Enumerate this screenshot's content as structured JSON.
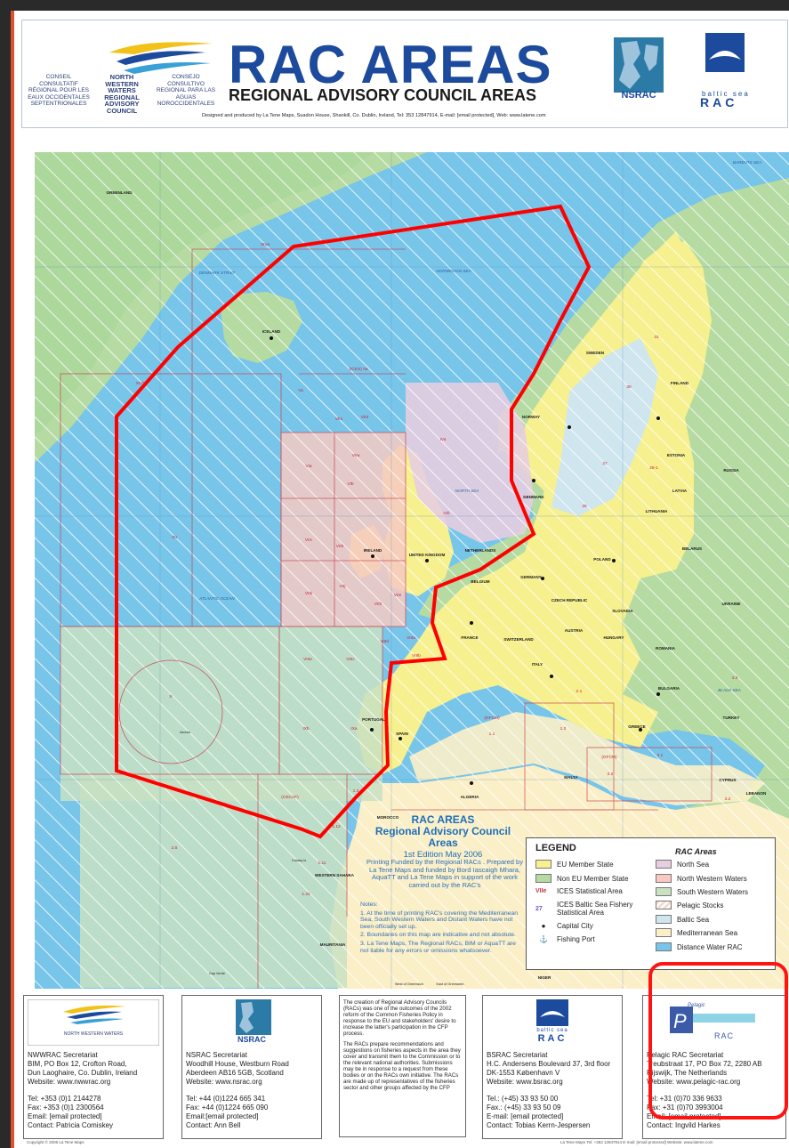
{
  "header": {
    "title": "RAC AREAS",
    "subtitle": "REGIONAL ADVISORY COUNCIL AREAS",
    "credit": "Designed and produced by La Tene Maps, Suadon House, Shankill, Co. Dublin, Ireland, Tel: 353 12847914, E-mail: [email protected], Web: www.latene.com",
    "nwwrac_logo": {
      "left": "Conseil Consultatif Régional pour Les Eaux Occidentales Septentrionales",
      "center": "North Western Waters Regional Advisory Council",
      "right": "Consejo Consultivo Regional para Las Aguas Noroccidentales"
    },
    "nsrac_label": "NSRAC",
    "bsrac_top": "baltic sea",
    "bsrac_rac": "RAC"
  },
  "map": {
    "countries": [
      {
        "name": "GREENLAND",
        "x": "134",
        "y": "218"
      },
      {
        "name": "ICELAND",
        "x": "305",
        "y": "374"
      },
      {
        "name": "SWEDEN",
        "x": "669",
        "y": "398"
      },
      {
        "name": "FINLAND",
        "x": "764",
        "y": "432"
      },
      {
        "name": "NORWAY",
        "x": "597",
        "y": "470"
      },
      {
        "name": "ESTONIA",
        "x": "760",
        "y": "513"
      },
      {
        "name": "RUSSIA",
        "x": "822",
        "y": "530"
      },
      {
        "name": "LATVIA",
        "x": "764",
        "y": "553"
      },
      {
        "name": "DENMARK",
        "x": "600",
        "y": "560"
      },
      {
        "name": "LITHUANIA",
        "x": "738",
        "y": "576"
      },
      {
        "name": "BELARUS",
        "x": "778",
        "y": "618"
      },
      {
        "name": "IRELAND",
        "x": "419",
        "y": "620"
      },
      {
        "name": "UNITED KINGDOM",
        "x": "480",
        "y": "625"
      },
      {
        "name": "POLAND",
        "x": "677",
        "y": "630"
      },
      {
        "name": "NETHERLANDS",
        "x": "540",
        "y": "620"
      },
      {
        "name": "BELGIUM",
        "x": "540",
        "y": "655"
      },
      {
        "name": "GERMANY",
        "x": "597",
        "y": "650"
      },
      {
        "name": "UKRAINE",
        "x": "822",
        "y": "680"
      },
      {
        "name": "CZECH REPUBLIC",
        "x": "640",
        "y": "676"
      },
      {
        "name": "SLOVAKIA",
        "x": "700",
        "y": "688"
      },
      {
        "name": "FRANCE",
        "x": "528",
        "y": "718"
      },
      {
        "name": "AUSTRIA",
        "x": "645",
        "y": "710"
      },
      {
        "name": "HUNGARY",
        "x": "690",
        "y": "718"
      },
      {
        "name": "SWITZERLAND",
        "x": "583",
        "y": "720"
      },
      {
        "name": "ROMANIA",
        "x": "748",
        "y": "730"
      },
      {
        "name": "ITALY",
        "x": "604",
        "y": "748"
      },
      {
        "name": "BULGARIA",
        "x": "752",
        "y": "775"
      },
      {
        "name": "PORTUGAL",
        "x": "420",
        "y": "810"
      },
      {
        "name": "SPAIN",
        "x": "452",
        "y": "826"
      },
      {
        "name": "GREECE",
        "x": "716",
        "y": "818"
      },
      {
        "name": "TURKEY",
        "x": "822",
        "y": "808"
      },
      {
        "name": "MALTA",
        "x": "642",
        "y": "875"
      },
      {
        "name": "ALGERIA",
        "x": "528",
        "y": "897"
      },
      {
        "name": "MOROCCO",
        "x": "436",
        "y": "920"
      },
      {
        "name": "WESTERN SAHARA",
        "x": "376",
        "y": "985"
      },
      {
        "name": "MAURITANIA",
        "x": "374",
        "y": "1063"
      },
      {
        "name": "NIGER",
        "x": "612",
        "y": "1100"
      },
      {
        "name": "CYPRUS",
        "x": "818",
        "y": "878"
      },
      {
        "name": "LEBANON",
        "x": "850",
        "y": "893"
      }
    ],
    "seas": [
      {
        "name": "NORWEGIAN SEA",
        "x": "510",
        "y": "306"
      },
      {
        "name": "NORTH SEA",
        "x": "525",
        "y": "553"
      },
      {
        "name": "ATLANTIC OCEAN",
        "x": "244",
        "y": "674"
      },
      {
        "name": "BLACK SEA",
        "x": "820",
        "y": "777"
      },
      {
        "name": "BARENTS SEA",
        "x": "840",
        "y": "184"
      },
      {
        "name": "DENMARK STRAIT",
        "x": "244",
        "y": "308"
      }
    ],
    "ices_labels": [
      {
        "name": "XIVa",
        "x": "298",
        "y": "276"
      },
      {
        "name": "XIVb",
        "x": "158",
        "y": "432"
      },
      {
        "name": "Va",
        "x": "338",
        "y": "440"
      },
      {
        "name": "(ICES) IIa",
        "x": "403",
        "y": "416"
      },
      {
        "name": "Vb1",
        "x": "381",
        "y": "472"
      },
      {
        "name": "Vb2",
        "x": "410",
        "y": "470"
      },
      {
        "name": "IVa",
        "x": "498",
        "y": "495"
      },
      {
        "name": "VIIa",
        "x": "400",
        "y": "513"
      },
      {
        "name": "VIa",
        "x": "347",
        "y": "525"
      },
      {
        "name": "VIb",
        "x": "394",
        "y": "545"
      },
      {
        "name": "IVb",
        "x": "502",
        "y": "578"
      },
      {
        "name": "XII",
        "x": "196",
        "y": "605"
      },
      {
        "name": "VIIc",
        "x": "347",
        "y": "608"
      },
      {
        "name": "VIIb",
        "x": "382",
        "y": "615"
      },
      {
        "name": "VIIk",
        "x": "347",
        "y": "668"
      },
      {
        "name": "VIIj",
        "x": "385",
        "y": "660"
      },
      {
        "name": "VIIe",
        "x": "447",
        "y": "670"
      },
      {
        "name": "VIIh",
        "x": "425",
        "y": "680"
      },
      {
        "name": "VIIIa",
        "x": "462",
        "y": "718"
      },
      {
        "name": "VIIIb",
        "x": "468",
        "y": "738"
      },
      {
        "name": "VIIIc",
        "x": "394",
        "y": "742"
      },
      {
        "name": "VIIId",
        "x": "432",
        "y": "722"
      },
      {
        "name": "VIIIe",
        "x": "346",
        "y": "742"
      },
      {
        "name": "X",
        "x": "192",
        "y": "784"
      },
      {
        "name": "IXb",
        "x": "344",
        "y": "820"
      },
      {
        "name": "IXa",
        "x": "398",
        "y": "820"
      },
      {
        "name": "(GFCM)",
        "x": "553",
        "y": "808"
      },
      {
        "name": "(GFCM)",
        "x": "685",
        "y": "852"
      },
      {
        "name": "(CECAF)",
        "x": "326",
        "y": "897"
      },
      {
        "name": "1.1",
        "x": "553",
        "y": "826"
      },
      {
        "name": "1.2",
        "x": "633",
        "y": "820"
      },
      {
        "name": "1.3",
        "x": "400",
        "y": "890"
      },
      {
        "name": "1.11",
        "x": "362",
        "y": "971"
      },
      {
        "name": "1.12",
        "x": "378",
        "y": "930"
      },
      {
        "name": "1.31",
        "x": "344",
        "y": "1006"
      },
      {
        "name": "2.6",
        "x": "196",
        "y": "954"
      },
      {
        "name": "2.1",
        "x": "651",
        "y": "778"
      },
      {
        "name": "2.2",
        "x": "686",
        "y": "871"
      },
      {
        "name": "3.1",
        "x": "742",
        "y": "850"
      },
      {
        "name": "3.2",
        "x": "818",
        "y": "899"
      },
      {
        "name": "4.2",
        "x": "826",
        "y": "763"
      },
      {
        "name": "31",
        "x": "738",
        "y": "380"
      },
      {
        "name": "30",
        "x": "707",
        "y": "436"
      },
      {
        "name": "27",
        "x": "680",
        "y": "522"
      },
      {
        "name": "28-1",
        "x": "735",
        "y": "527"
      },
      {
        "name": "25",
        "x": "657",
        "y": "570"
      }
    ],
    "small_labels": [
      {
        "name": "Cap Verde",
        "x": "244",
        "y": "1095"
      },
      {
        "name": "Azores",
        "x": "208",
        "y": "824"
      },
      {
        "name": "Canary Is",
        "x": "336",
        "y": "968"
      },
      {
        "name": "West of Greenwich",
        "x": "460",
        "y": "1107"
      },
      {
        "name": "East of Greenwich",
        "x": "506",
        "y": "1107"
      }
    ]
  },
  "legend": {
    "title": "LEGEND",
    "rac_title": "RAC Areas",
    "left": [
      {
        "label": "EU Member State",
        "swatch": "#f7f08e"
      },
      {
        "label": "Non EU Member State",
        "swatch": "#b5dba2"
      },
      {
        "label": "ICES Statistical Area",
        "marker": "VIIe"
      },
      {
        "label": "ICES Baltic Sea Fishery Statistical Area",
        "marker": "27"
      },
      {
        "label": "Capital City"
      },
      {
        "label": "Fishing Port"
      }
    ],
    "right": [
      {
        "label": "North Sea",
        "swatch": "#e6cde0"
      },
      {
        "label": "North Western Waters",
        "swatch": "#f6c9c2"
      },
      {
        "label": "South Western Waters",
        "swatch": "#c8e1c2"
      },
      {
        "label": "Pelagic Stocks",
        "swatch": "#f5dad3"
      },
      {
        "label": "Baltic Sea",
        "swatch": "#cfe6ef"
      },
      {
        "label": "Mediterranean Sea",
        "swatch": "#fbefc7"
      },
      {
        "label": "Distance Water RAC",
        "swatch": "#78c5ea"
      }
    ]
  },
  "overlay": {
    "rac_title": "RAC AREAS",
    "rac_subtitle": "Regional Advisory Council Areas",
    "edition": "1st Edition May 2006",
    "funding": "Printing Funded by the Regional RACs . Prepared by La Tene Maps and funded by Bord Iascaigh Mhara, AquaTT and La Tene Maps in support of the work carried out by the RAC's",
    "notes_title": "Notes:",
    "notes": [
      "1. At the time of printing RAC's covering the Mediterranean Sea, South Western Waters and Distant Waters have not been officially set up.",
      "2. Boundaries on this map are indicative and not absolute.",
      "3. La Tene Maps, The Regional RACs, BIM or AquaTT are not liable for any errors or omissions whatsoever."
    ]
  },
  "footer": {
    "nwwrac": {
      "lines": [
        "NWWRAC Secretariat",
        "BIM, PO Box 12, Crofton Road,",
        "Dun Laoghaire, Co. Dublin, Ireland",
        "Website: www.nwwrac.org"
      ],
      "contacts": [
        "Tel: +353 (0)1 2144278",
        "Fax: +353 (0)1 2300564",
        "Email: [email protected]",
        "Contact: Patricia Comiskey"
      ]
    },
    "nsrac": {
      "logo_label": "NSRAC",
      "lines": [
        "NSRAC Secretariat",
        "Woodhill House, Westburn Road",
        "Aberdeen AB16 5GB, Scotland",
        "Website: www.nsrac.org"
      ],
      "contacts": [
        "Tel: +44 (0)1224 665 341",
        "Fax: +44 (0)1224 665 090",
        "Email:[email protected]",
        "Contact: Ann Bell"
      ]
    },
    "middle": [
      "The creation of Regional Advisory Councils (RACs) was one of the outcomes of the 2002 reform of the Common Fisheries Policy in response to the EU and stakeholders' desire to increase the latter's participation in the CFP process.",
      "The RACs prepare recommendations and suggestions on fisheries aspects in the area they cover and transmit them to the Commission or to the relevant national authorities. Submissions may be in response to a request from these bodies or on the RACs own initiative. The RACs are made up of representatives of the fisheries sector and other groups affected by the CFP"
    ],
    "bsrac": {
      "logo_top": "baltic sea",
      "logo_rac": "RAC",
      "lines": [
        "BSRAC Secretariat",
        "H.C. Andersens Boulevard 37, 3rd floor",
        "DK-1553 København V",
        "Website: www.bsrac.org"
      ],
      "contacts": [
        "Tel.: (+45) 33 93 50 00",
        "Fax.: (+45) 33 93 50 09",
        "E-mail: [email protected]",
        "Contact: Tobias Kerrn-Jespersen"
      ]
    },
    "pelagic": {
      "logo_top": "Pelagic",
      "logo_rac": "RAC",
      "lines": [
        "Pelagic RAC Secretariat",
        "Treubstraat 17, PO Box 72, 2280 AB",
        "Rijswijk, The Netherlands",
        "Website: www.pelagic-rac.org"
      ],
      "contacts": [
        "Tel: +31 (0)70 336 9633",
        "Fax: +31 (0)70 3993004",
        "Email: [email protected]",
        "Contact: Ingvild Harkes"
      ]
    },
    "copyright": "Copyright © 2006 La Tene Maps",
    "footer_right": "La Tene Maps Tel: +353 12847914 E-mail: [email protected] Website: www.latene.com"
  }
}
